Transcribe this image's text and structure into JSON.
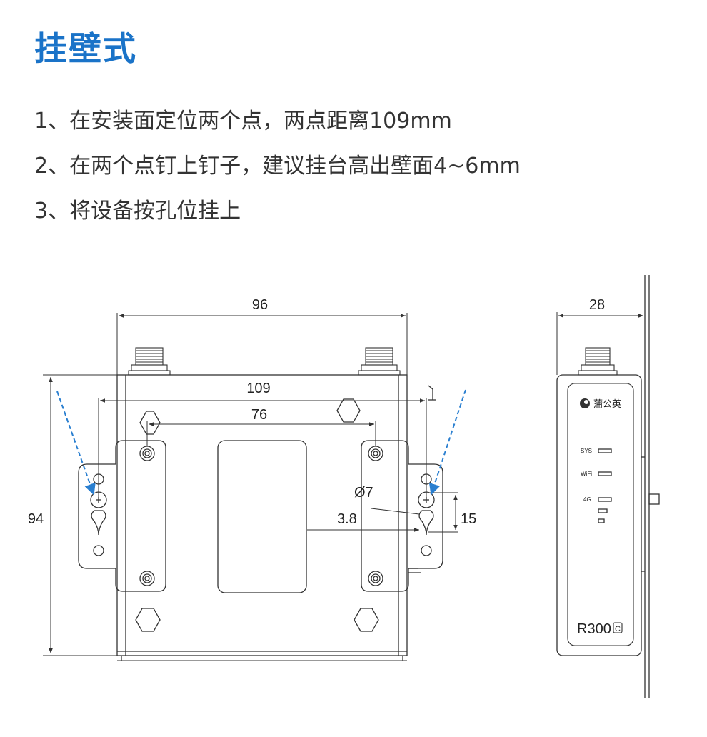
{
  "title": "挂壁式",
  "steps": [
    "1、在安装面定位两个点，两点距离109mm",
    "2、在两个点钉上钉子，建议挂台高出壁面4~6mm",
    "3、将设备按孔位挂上"
  ],
  "dimensions": {
    "width_body": "96",
    "hole_spacing": "109",
    "inner_spacing": "76",
    "height": "94",
    "hole_diameter": "Ø7",
    "offset": "3.8",
    "slot_length": "15",
    "depth": "28"
  },
  "device": {
    "brand": "蒲公英",
    "leds": [
      "SYS",
      "WiFi",
      "4G"
    ],
    "model": "R300",
    "model_badge": "C"
  },
  "colors": {
    "accent": "#1a73c8",
    "arrow": "#2a7fd0",
    "line": "#333333"
  }
}
